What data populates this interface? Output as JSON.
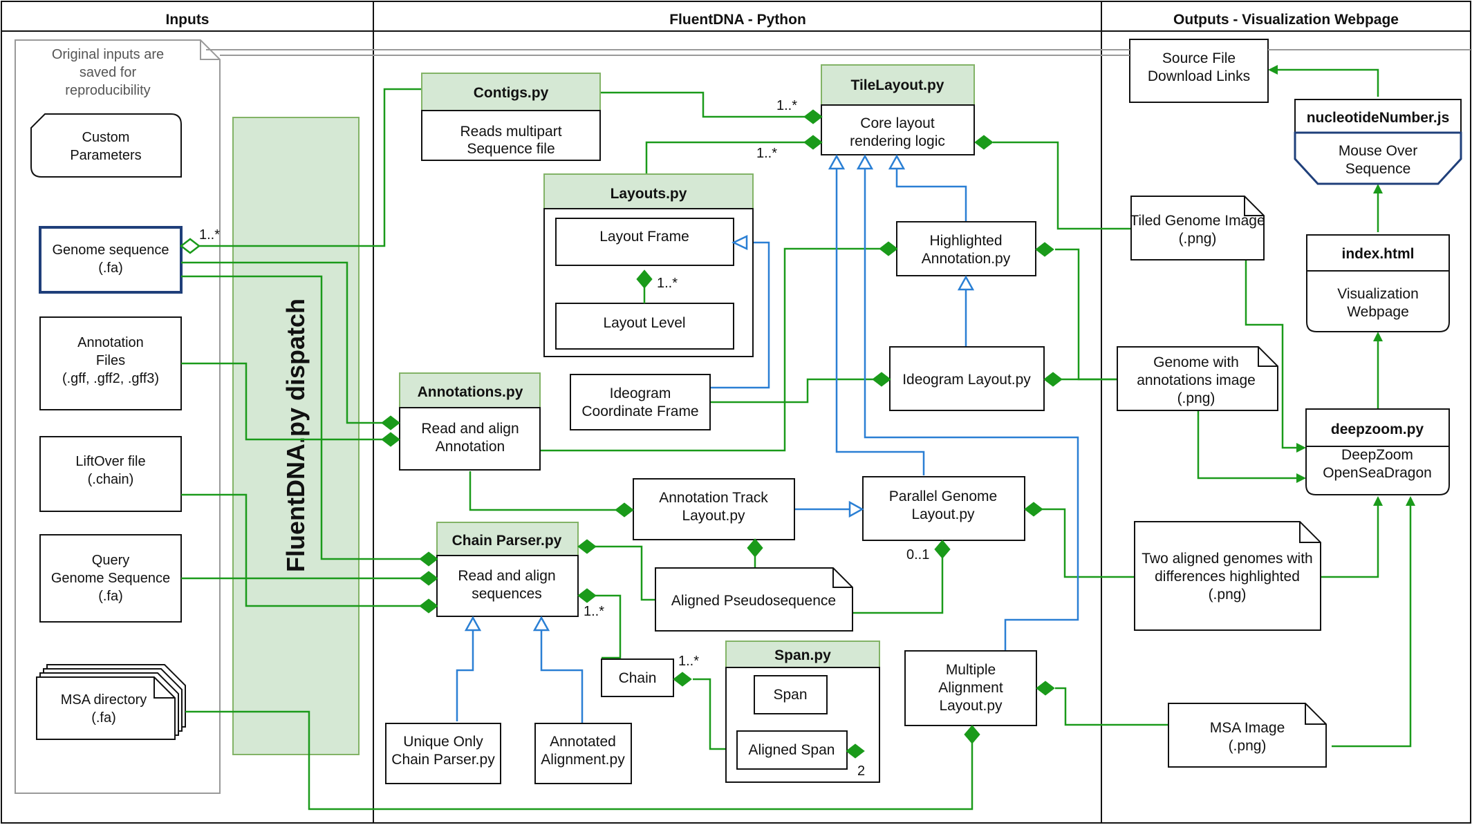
{
  "lanes": {
    "inputs": "Inputs",
    "python": "FluentDNA - Python",
    "outputs": "Outputs - Visualization Webpage"
  },
  "inputs": {
    "note": [
      "Original inputs are",
      "saved for",
      "reproducibility"
    ],
    "custom": [
      "Custom",
      "Parameters"
    ],
    "genome": [
      "Genome sequence",
      "(.fa)"
    ],
    "annotation_files": [
      "Annotation",
      "Files",
      "(.gff, .gff2, .gff3)"
    ],
    "liftover": [
      "LiftOver file",
      "(.chain)"
    ],
    "query": [
      "Query",
      "Genome Sequence",
      "(.fa)"
    ],
    "msa": [
      "MSA directory",
      "(.fa)"
    ],
    "dispatch": "FluentDNA.py  dispatch"
  },
  "classes": {
    "contigs": {
      "title": "Contigs.py",
      "body": [
        "Reads multipart",
        "Sequence file"
      ]
    },
    "tilelayout": {
      "title": "TileLayout.py",
      "body": [
        "Core layout",
        "rendering logic"
      ]
    },
    "layouts": {
      "title": "Layouts.py",
      "frame": "Layout Frame",
      "level": "Layout Level"
    },
    "annotations": {
      "title": "Annotations.py",
      "body": [
        "Read and align",
        "Annotation"
      ]
    },
    "ideogram_coord": [
      "Ideogram",
      "Coordinate Frame"
    ],
    "highlighted": [
      "Highlighted",
      "Annotation.py"
    ],
    "ideogram_layout": "Ideogram Layout.py",
    "annotation_track": [
      "Annotation Track",
      "Layout.py"
    ],
    "parallel": [
      "Parallel Genome",
      "Layout.py"
    ],
    "chainparser": {
      "title": "Chain Parser.py",
      "body": [
        "Read and align",
        "sequences"
      ]
    },
    "aligned_pseudo": "Aligned Pseudosequence",
    "chain": "Chain",
    "span": {
      "title": "Span.py",
      "span": "Span",
      "aligned": "Aligned Span"
    },
    "multiple": [
      "Multiple",
      "Alignment",
      "Layout.py"
    ],
    "unique": [
      "Unique Only",
      "Chain Parser.py"
    ],
    "annotated_alignment": [
      "Annotated",
      "Alignment.py"
    ]
  },
  "outputs": {
    "source": [
      "Source File",
      "Download Links"
    ],
    "nucleotide": {
      "title": "nucleotideNumber.js",
      "body": [
        "Mouse Over",
        "Sequence"
      ]
    },
    "tiled": [
      "Tiled Genome Image",
      "(.png)"
    ],
    "index": {
      "title": "index.html",
      "body": [
        "Visualization",
        "Webpage"
      ]
    },
    "genome_annot": [
      "Genome with",
      "annotations image",
      "(.png)"
    ],
    "deepzoom": {
      "title": "deepzoom.py",
      "body": [
        "DeepZoom",
        "OpenSeaDragon"
      ]
    },
    "two_aligned": [
      "Two aligned genomes with",
      "differences highlighted",
      "(.png)"
    ],
    "msa_image": [
      "MSA Image",
      "(.png)"
    ]
  },
  "multiplicities": {
    "genome_contigs": "1..*",
    "contigs_tile": "1..*",
    "layouts_tile": "1..*",
    "frame_level": "1..*",
    "chain_parser": "1..*",
    "chain_span": "1..*",
    "parallel_pseudo": "0..1",
    "span_count": "2"
  },
  "colors": {
    "composition": "#1a9a1a",
    "inheritance": "#2a7fd4",
    "class_header": "#d5e8d4",
    "selected_border": "#1f3f7a"
  }
}
